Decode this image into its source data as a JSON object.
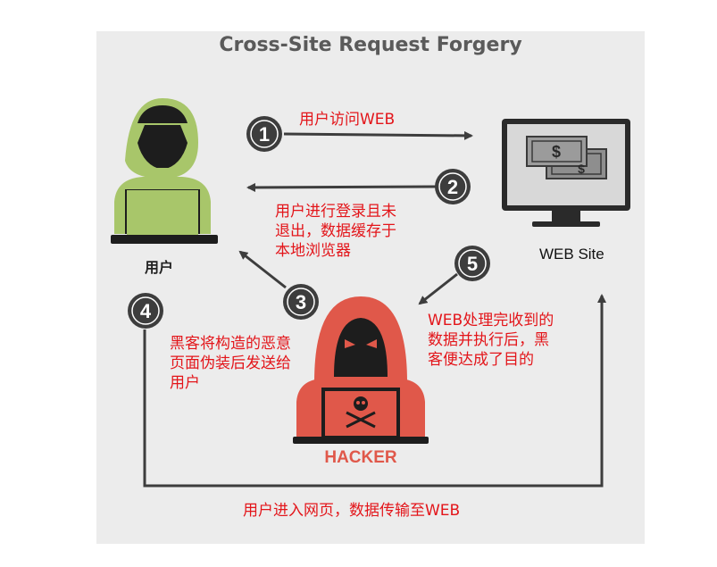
{
  "title": "Cross-Site Request Forgery",
  "user_label": "用户",
  "site_label": "WEB Site",
  "hacker_label": "HACKER",
  "steps": [
    {
      "num": "1",
      "text": "用户访问WEB"
    },
    {
      "num": "2",
      "lines": [
        "用户进行登录且未",
        "退出，数据缓存于",
        "本地浏览器"
      ]
    },
    {
      "num": "3",
      "lines": [
        "黑客将构造的恶意",
        "页面伪装后发送给",
        "用户"
      ]
    },
    {
      "num": "4",
      "text": "用户进入网页，数据传输至WEB"
    },
    {
      "num": "5",
      "lines": [
        "WEB处理完收到的",
        "数据并执行后，黑",
        "客便达成了目的"
      ]
    }
  ],
  "money_symbol": "$",
  "colors": {
    "arrow": "#3d3d3d",
    "user_green": "#a8c66a",
    "hacker_red": "#e0584a",
    "text_red": "#e3151a",
    "panel": "#ececec"
  }
}
